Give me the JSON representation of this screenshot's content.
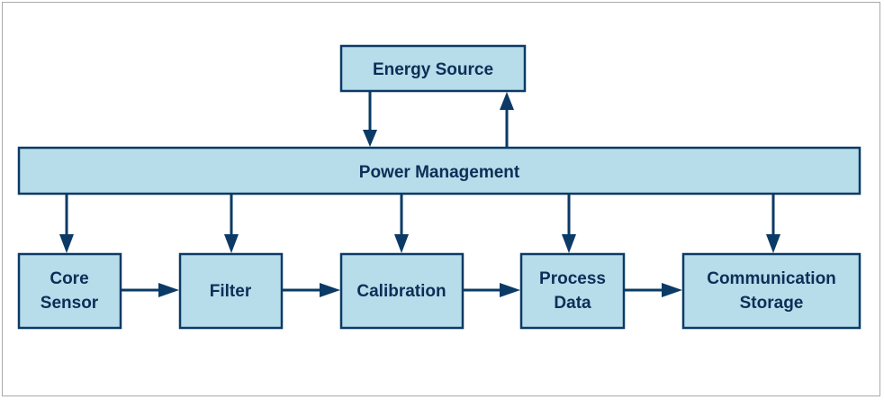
{
  "diagram": {
    "energy_source": "Energy Source",
    "power_management": "Power Management",
    "blocks": [
      {
        "line1": "Core",
        "line2": "Sensor"
      },
      {
        "line1": "Filter",
        "line2": ""
      },
      {
        "line1": "Calibration",
        "line2": ""
      },
      {
        "line1": "Process",
        "line2": "Data"
      },
      {
        "line1": "Communication",
        "line2": "Storage"
      }
    ]
  },
  "colors": {
    "box_fill": "#b7dcea",
    "box_stroke": "#0b3a66",
    "text": "#0b2f57"
  }
}
